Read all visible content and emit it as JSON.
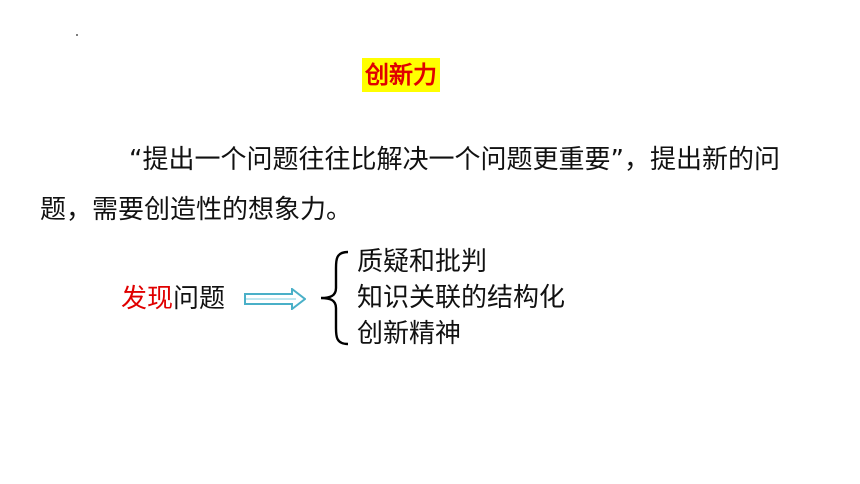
{
  "slide": {
    "title": "创新力",
    "paragraph": "“提出一个问题往往比解决一个问题更重要”，提出新的问题，需要创造性的想象力。",
    "discover": {
      "highlight": "发现",
      "rest": "问题"
    },
    "points": [
      "质疑和批判",
      "知识关联的结构化",
      "创新精神"
    ]
  },
  "colors": {
    "accent_red": "#e00000",
    "title_highlight": "#ffff00",
    "arrow": "#4ab0c8"
  },
  "icons": {
    "arrow": "double-right-arrow-icon",
    "brace": "left-curly-brace-icon"
  }
}
